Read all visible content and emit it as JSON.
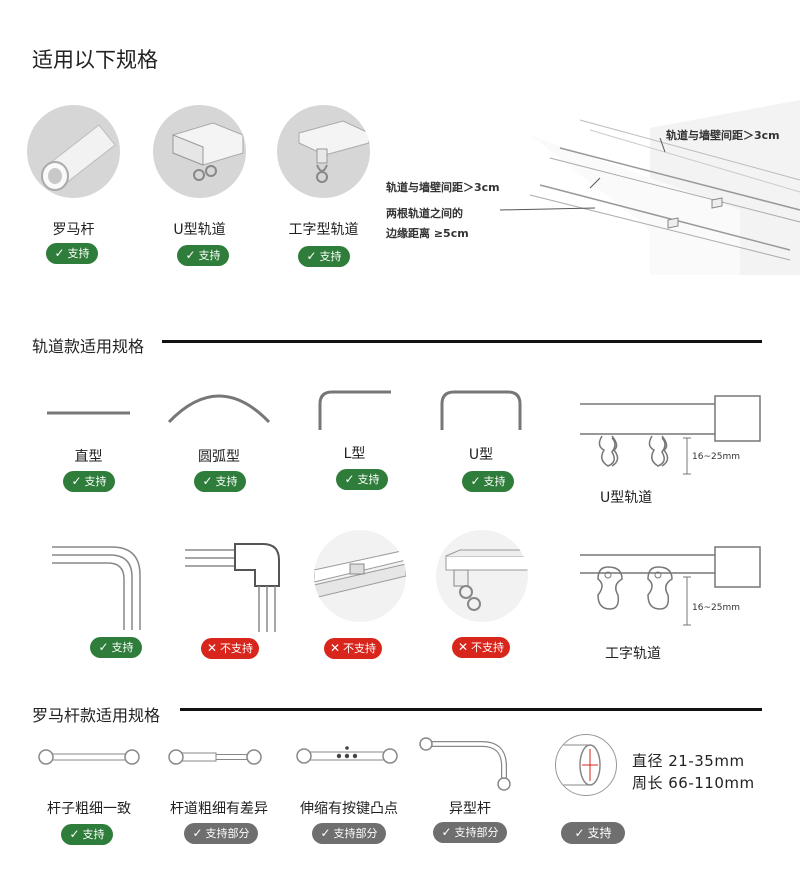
{
  "header": {
    "title": "适用以下规格"
  },
  "top_items": [
    {
      "label": "罗马杆",
      "badge": "支持"
    },
    {
      "label": "U型轨道",
      "badge": "支持"
    },
    {
      "label": "工字型轨道",
      "badge": "支持"
    }
  ],
  "diagram": {
    "note_wall_far": "轨道与墙壁间距＞3cm",
    "note_wall_near": "轨道与墙壁间距＞3cm",
    "note_gap_line1": "两根轨道之间的",
    "note_gap_line2": "边缘距离 ≥5cm"
  },
  "track_section": {
    "title": "轨道款适用规格",
    "shapes": [
      {
        "label": "直型",
        "badge": "支持"
      },
      {
        "label": "圆弧型",
        "badge": "支持"
      },
      {
        "label": "L型",
        "badge": "支持"
      },
      {
        "label": "U型",
        "badge": "支持"
      }
    ],
    "u_track": {
      "size": "16~25mm",
      "label": "U型轨道"
    },
    "joints": [
      {
        "badge": "支持",
        "status": "support"
      },
      {
        "badge": "不支持",
        "status": "unsupported"
      },
      {
        "badge": "不支持",
        "status": "unsupported"
      },
      {
        "badge": "不支持",
        "status": "unsupported"
      }
    ],
    "i_track": {
      "size": "16~25mm",
      "label": "工字轨道"
    }
  },
  "rod_section": {
    "title": "罗马杆款适用规格",
    "items": [
      {
        "label": "杆子粗细一致",
        "badge": "支持",
        "status": "support"
      },
      {
        "label": "杆道粗细有差异",
        "badge": "支持部分",
        "status": "partial"
      },
      {
        "label": "伸缩有按键凸点",
        "badge": "支持部分",
        "status": "partial"
      },
      {
        "label": "异型杆",
        "badge": "支持部分",
        "status": "partial"
      }
    ],
    "spec_badge": "支持",
    "diameter": "直径 21-35mm",
    "perimeter": "周长 66-110mm"
  },
  "colors": {
    "support": "#2f7d3a",
    "unsupported": "#d9261c",
    "partial": "#6f6f6f",
    "rule": "#111111"
  }
}
